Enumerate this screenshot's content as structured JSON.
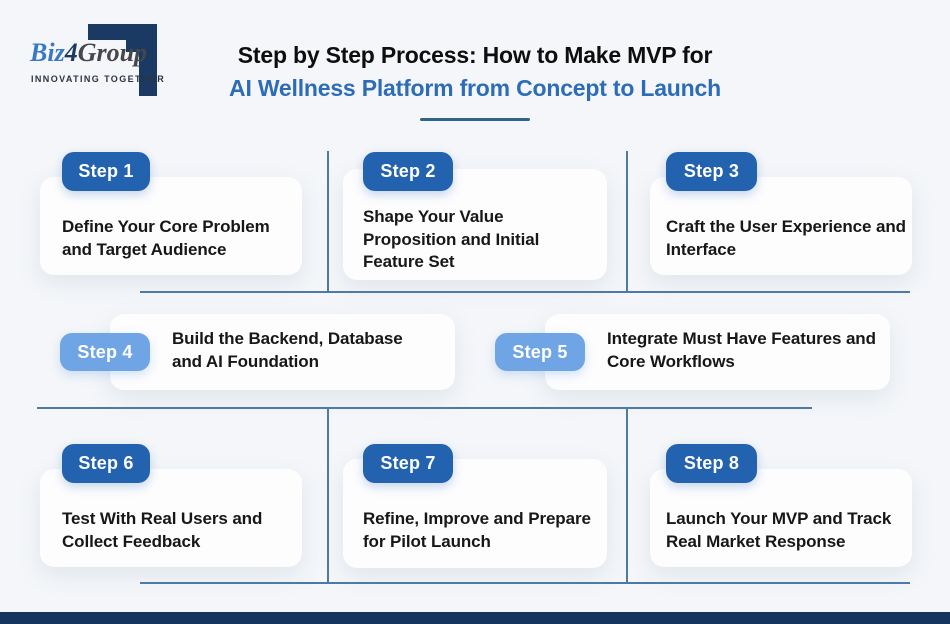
{
  "page": {
    "background": "#f4f6f9",
    "bottom_bar_color": "#16355e"
  },
  "logo": {
    "brand_part1": "Biz",
    "brand_part2": "4",
    "brand_part3": "Group",
    "tagline": "INNOVATING TOGETHER",
    "part1_color": "#3a79c1",
    "part2_color": "#1b3a63",
    "part3_color": "#44474b",
    "mark_color": "#1b3a63"
  },
  "header": {
    "title_line1": "Step by Step Process: How to Make MVP for",
    "title_line2": "AI Wellness Platform from Concept to Launch",
    "title_line1_color": "#0e0e0e",
    "title_line2_color": "#2d6db7",
    "underline_color": "#2f6389"
  },
  "steps": [
    {
      "label": "Step 1",
      "text": "Define Your Core Problem and Target Audience",
      "badge_variant": "dark"
    },
    {
      "label": "Step 2",
      "text": "Shape Your Value Proposition and Initial Feature Set",
      "badge_variant": "dark"
    },
    {
      "label": "Step 3",
      "text": "Craft the User Experience and Interface",
      "badge_variant": "dark"
    },
    {
      "label": "Step 4",
      "text": "Build the Backend, Database and AI Foundation",
      "badge_variant": "light"
    },
    {
      "label": "Step 5",
      "text": "Integrate Must Have Features and Core Workflows",
      "badge_variant": "light"
    },
    {
      "label": "Step 6",
      "text": "Test With Real Users and Collect Feedback",
      "badge_variant": "dark"
    },
    {
      "label": "Step 7",
      "text": "Refine, Improve and Prepare for Pilot Launch",
      "badge_variant": "dark"
    },
    {
      "label": "Step 8",
      "text": "Launch Your MVP and Track Real Market Response",
      "badge_variant": "dark"
    }
  ],
  "colors": {
    "badge_dark": "#2262ae",
    "badge_light": "#6fa5e4",
    "card_background": "#fdfdfe",
    "connector_line": "#4d7aa3",
    "step_text": "#171717"
  }
}
